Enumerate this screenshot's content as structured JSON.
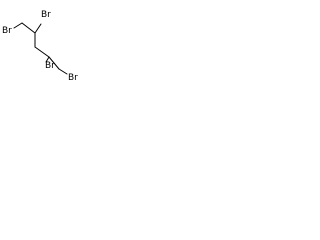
{
  "structure": {
    "atoms": [
      {
        "id": "br1",
        "label": "Br"
      },
      {
        "id": "br2",
        "label": "Br"
      },
      {
        "id": "br3",
        "label": "Br"
      },
      {
        "id": "br4",
        "label": "Br"
      }
    ]
  }
}
